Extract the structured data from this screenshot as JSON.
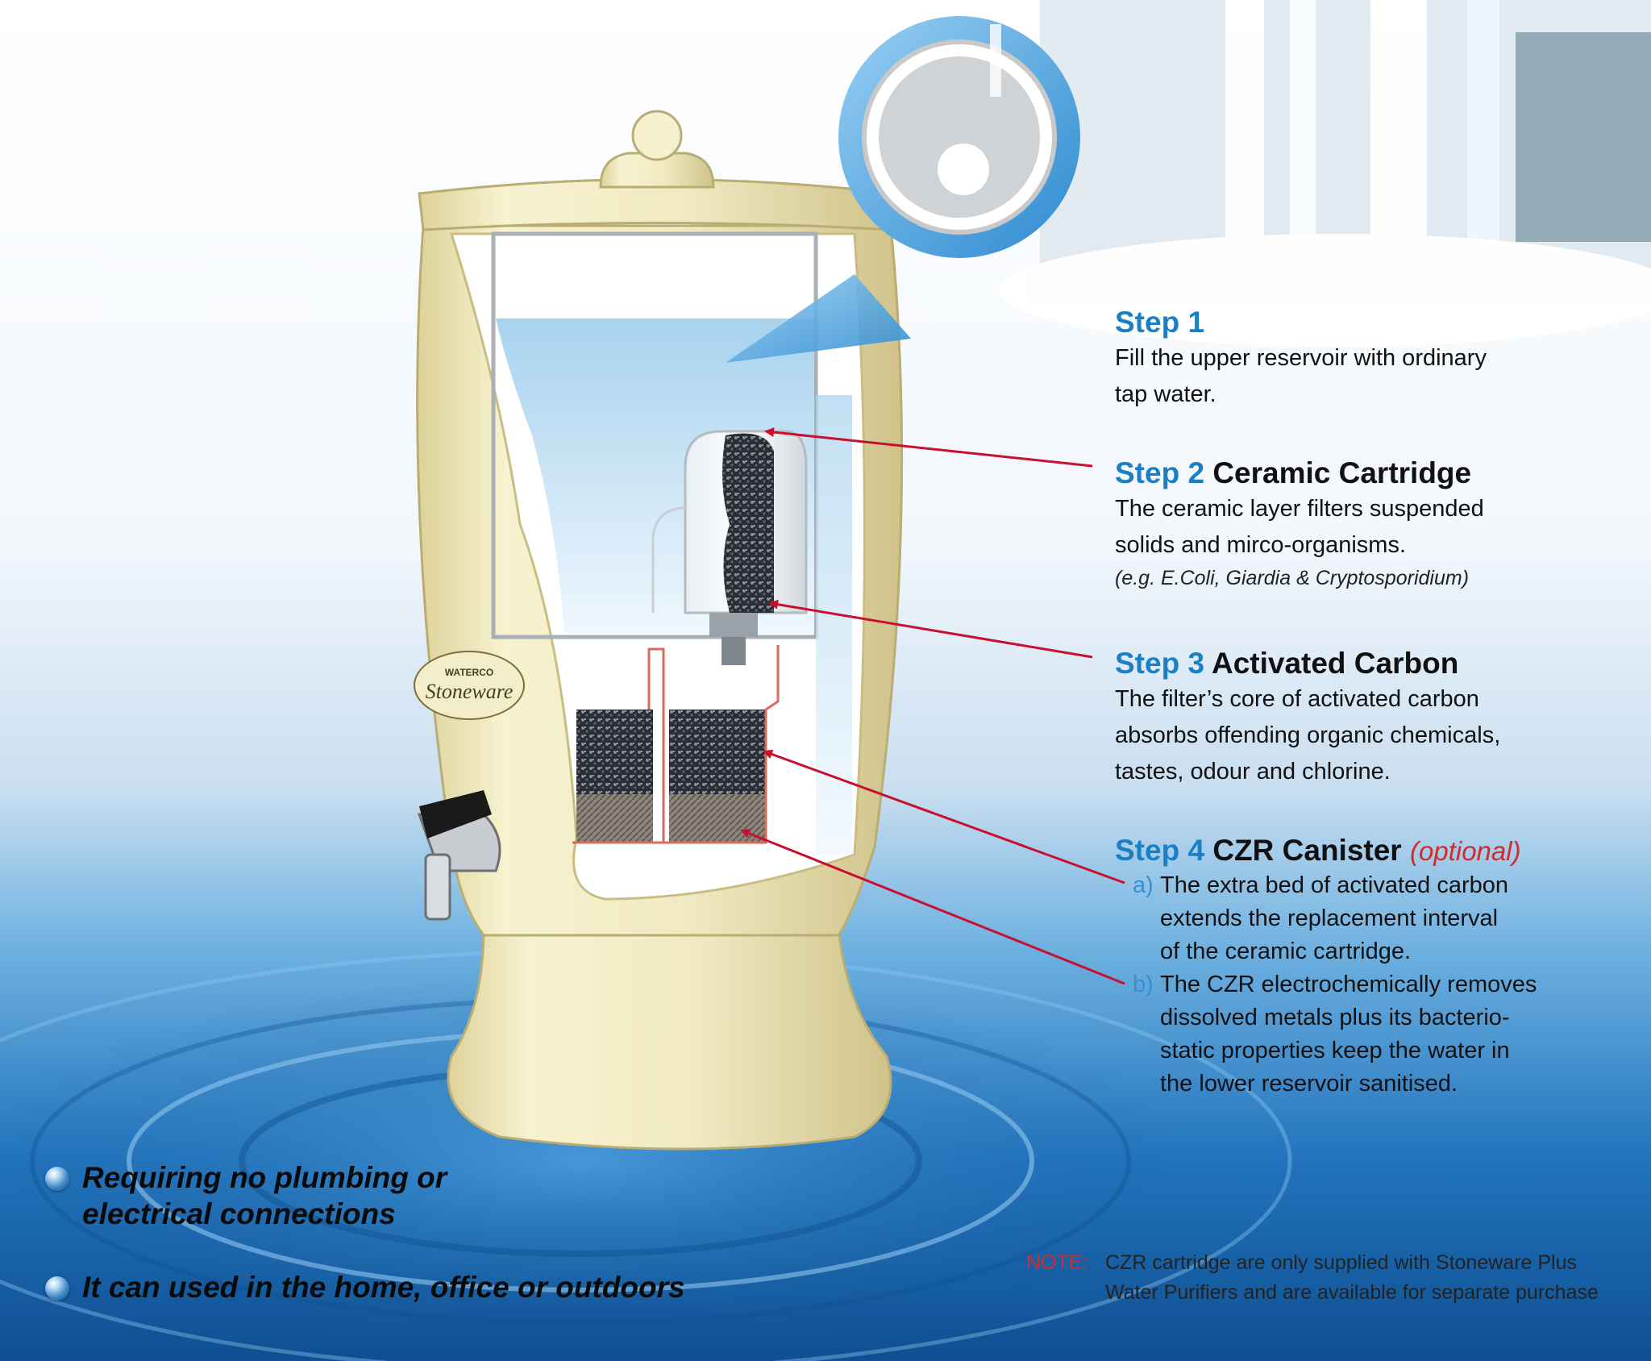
{
  "steps": [
    {
      "number": "Step 1",
      "title": "",
      "body_lines": [
        "Fill the upper reservoir with ordinary",
        "tap water."
      ]
    },
    {
      "number": "Step 2",
      "title": "Ceramic Cartridge",
      "body_lines": [
        "The ceramic layer filters suspended",
        "solids and mirco-organisms."
      ],
      "note": "(e.g. E.Coli, Giardia & Cryptosporidium)"
    },
    {
      "number": "Step 3",
      "title": "Activated Carbon",
      "body_lines": [
        "The filter’s core of activated carbon",
        "absorbs offending organic chemicals,",
        "tastes, odour and chlorine."
      ]
    },
    {
      "number": "Step 4",
      "title": "CZR Canister",
      "optional": "(optional)",
      "subitems": [
        {
          "letter": "a)",
          "lines": [
            "The extra bed of activated carbon",
            "extends the replacement interval",
            "of the ceramic cartridge."
          ]
        },
        {
          "letter": "b)",
          "lines": [
            "The CZR electrochemically removes",
            "dissolved metals plus its bacterio-",
            "static properties keep the water in",
            "the lower reservoir sanitised."
          ]
        }
      ]
    }
  ],
  "bullets": [
    {
      "lines": [
        "Requiring no plumbing or",
        "electrical connections"
      ]
    },
    {
      "lines": [
        "It can used in the home, office or outdoors"
      ]
    }
  ],
  "note": {
    "label": "NOTE:",
    "lines": [
      "CZR cartridge are only supplied with Stoneware Plus",
      "Water Purifiers and are available for separate purchase"
    ]
  },
  "logo": {
    "brand": "WATERCO",
    "name": "Stoneware"
  },
  "colors": {
    "step_blue": "#1b7fc4",
    "accent_red": "#d42a2a",
    "pointer_red": "#c8102e",
    "ceramic_cream": "#efe8bd",
    "water_blue": "#2a86cf"
  }
}
